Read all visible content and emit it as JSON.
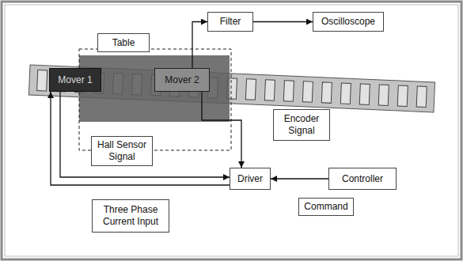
{
  "diagram": {
    "nodes": [
      {
        "text": [
          "Table"
        ]
      },
      {
        "text": [
          "Filter"
        ]
      },
      {
        "text": [
          "Oscilloscope"
        ]
      },
      {
        "text": [
          "Mover 1"
        ]
      },
      {
        "text": [
          "Mover 2"
        ]
      },
      {
        "text": [
          "Encoder Signal"
        ]
      },
      {
        "text": [
          "Hall Sensor Signal"
        ]
      },
      {
        "text": [
          "Driver"
        ]
      },
      {
        "text": [
          "Controller"
        ]
      },
      {
        "text": [
          "Three Phase Current Input"
        ]
      },
      {
        "text": [
          "Command"
        ]
      }
    ],
    "edges": [
      {
        "from": 1,
        "to": 2,
        "arrow": "to"
      },
      {
        "from": 4,
        "to": 1,
        "arrow": "to"
      },
      {
        "from": 4,
        "to": 7,
        "arrow": "to"
      },
      {
        "from": 3,
        "to": 7,
        "arrow": "to"
      },
      {
        "from": 7,
        "to": 3,
        "arrow": "to"
      },
      {
        "from": 8,
        "to": 7,
        "arrow": "to"
      }
    ]
  }
}
